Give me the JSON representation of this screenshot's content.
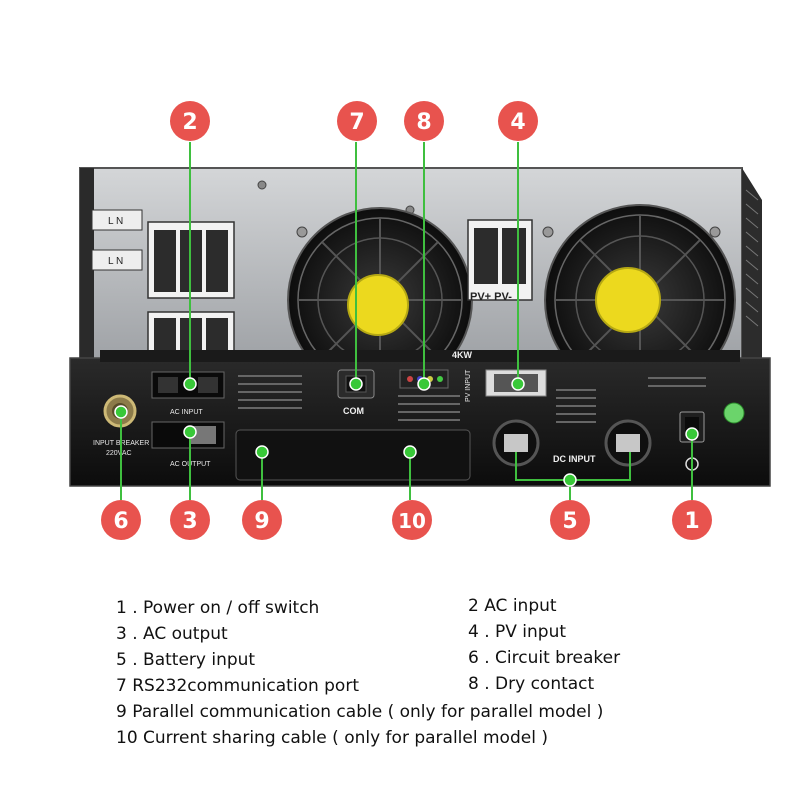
{
  "markers": [
    {
      "number": "1",
      "label_text": "1 . Power on / off switch"
    },
    {
      "number": "2",
      "label_text": "2 AC input"
    },
    {
      "number": "3",
      "label_text": "3 . AC output"
    },
    {
      "number": "4",
      "label_text": "4 . PV input"
    },
    {
      "number": "5",
      "label_text": "5 . Battery input"
    },
    {
      "number": "6",
      "label_text": "6 . Circuit breaker"
    },
    {
      "number": "7",
      "label_text": "7 RS232communication port"
    },
    {
      "number": "8",
      "label_text": "8 . Dry contact"
    },
    {
      "number": "9",
      "label_text": "9 Parallel communication cable ( only for parallel model )"
    },
    {
      "number": "10",
      "label_text": "10 Current sharing cable ( only for parallel model )"
    }
  ],
  "panel_labels": {
    "com": "COM",
    "ac_input": "AC INPUT",
    "ac_output": "AC OUTPUT",
    "dc_input": "DC INPUT",
    "pv_input": "PV INPUT",
    "pv_terminals": "PV+ PV-",
    "input_breaker": "INPUT BREAKER",
    "input_breaker_rating": "220VAC",
    "power_rating": "4KW",
    "terminal_top": "L N",
    "terminal_bottom": "L N"
  },
  "colors": {
    "marker_fill": "#e8534e",
    "marker_text": "#ffffff",
    "pointer_line": "#3fbf3f",
    "pointer_dot": "#38c838",
    "panel_dark": "#1c1c1c",
    "chassis_silver": "#b7b9bc",
    "fan_label": "#ecd91e"
  }
}
